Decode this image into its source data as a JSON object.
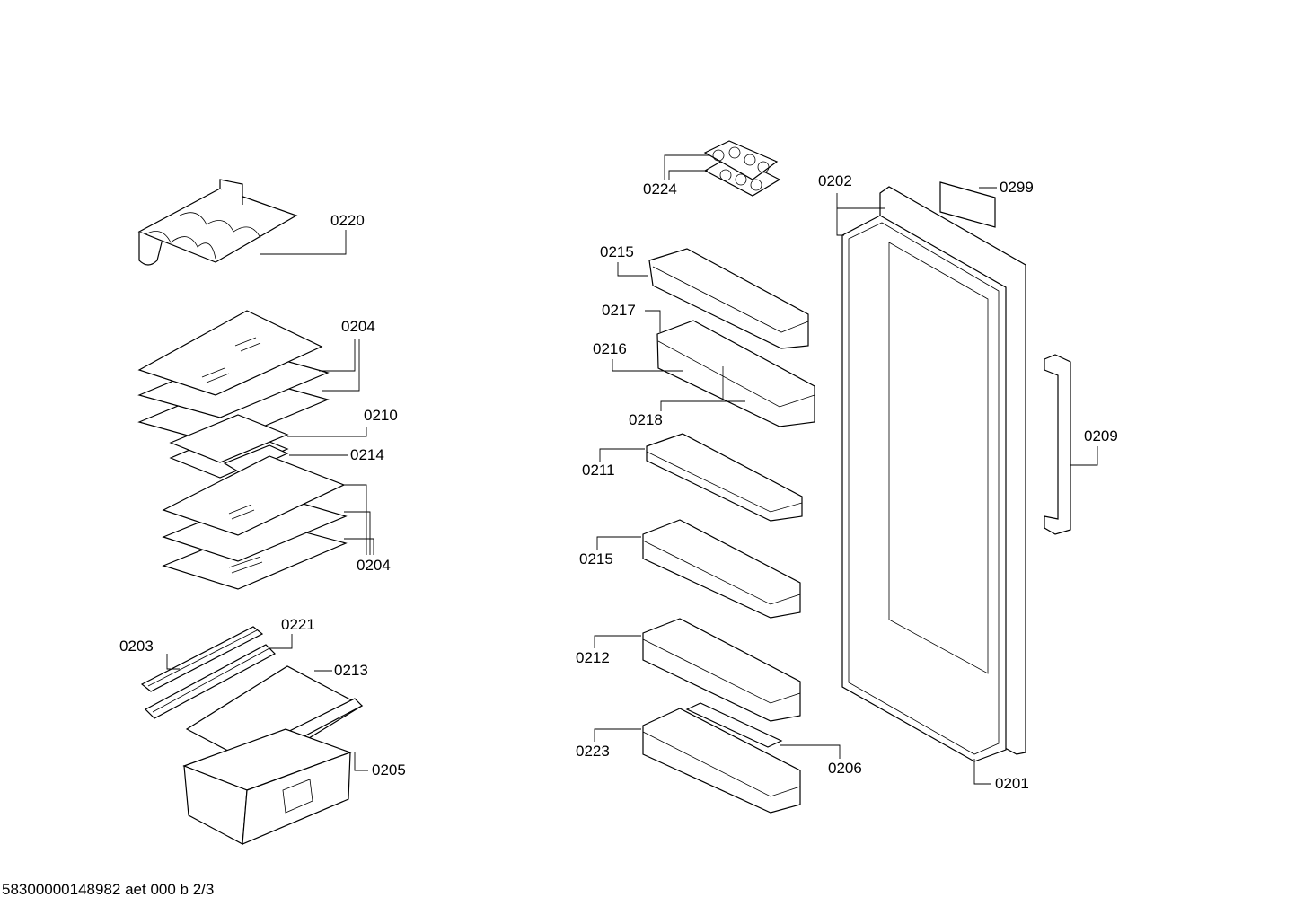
{
  "diagram": {
    "title": "Exploded parts diagram - refrigerator shelves, door bins and door",
    "labels": {
      "l0220": "0220",
      "l0204a": "0204",
      "l0210": "0210",
      "l0214": "0214",
      "l0204b": "0204",
      "l0203": "0203",
      "l0221": "0221",
      "l0213": "0213",
      "l0205": "0205",
      "l0224": "0224",
      "l0215a": "0215",
      "l0217": "0217",
      "l0216": "0216",
      "l0218": "0218",
      "l0211": "0211",
      "l0215b": "0215",
      "l0212": "0212",
      "l0223": "0223",
      "l0206": "0206",
      "l0202": "0202",
      "l0299": "0299",
      "l0209": "0209",
      "l0201": "0201"
    },
    "footer": "58300000148982 aet 000 b 2/3"
  }
}
